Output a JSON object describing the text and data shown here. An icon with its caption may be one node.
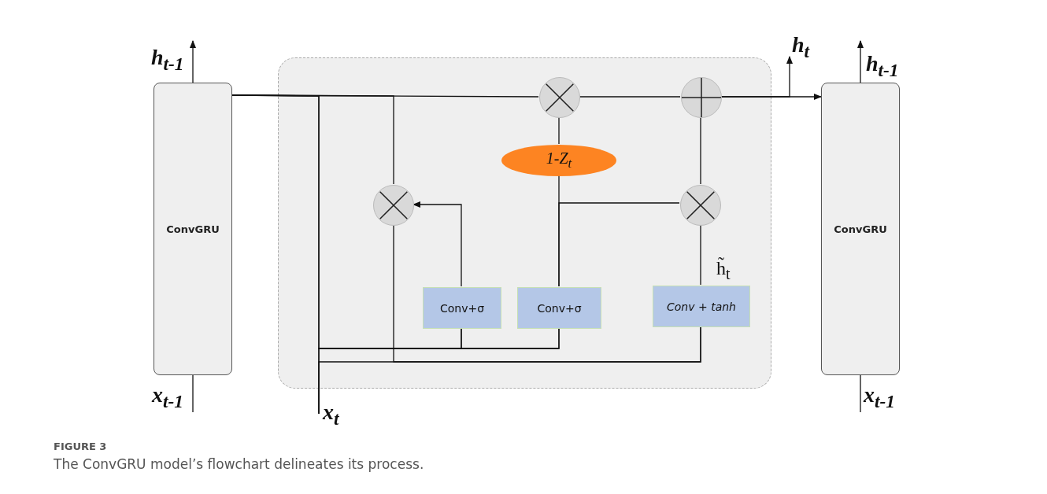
{
  "diagram": {
    "caption": "The ConvGRU model’s flowchart delineates its process.",
    "nodes": [
      {
        "text": [
          "h$_{t-1}$"
        ]
      },
      {
        "text": [
          "h$_{t}$"
        ]
      },
      {
        "text": [
          "h$_{t-1}$"
        ]
      },
      {
        "text": [
          "ConvGRU"
        ]
      },
      {
        "text": [],
        "shape": "box"
      },
      {
        "text": [],
        "shape": "circle",
        "in": 4
      },
      {
        "text": [],
        "shape": "circle",
        "in": 4
      },
      {
        "text": [
          "1-Z$_{t}$"
        ],
        "in": 4
      },
      {
        "text": [],
        "shape": "circle",
        "in": 4
      },
      {
        "text": [],
        "shape": "circle",
        "in": 4
      },
      {
        "text": [
          "Conv+σ"
        ],
        "in": 4
      },
      {
        "text": [
          "Conv+σ"
        ],
        "in": 4
      },
      {
        "text": [
          "Conv + tanh"
        ],
        "in": 4,
        "beside": [
          "h̃$_{t}$"
        ]
      },
      {
        "text": [
          "ConvGRU"
        ]
      },
      {
        "text": [
          "x$_{t-1}$"
        ]
      },
      {
        "text": [
          "x$_{t}$"
        ]
      },
      {
        "text": [
          "x$_{t-1}$"
        ]
      }
    ],
    "edges": [
      {
        "from": 3,
        "to": 0,
        "arrow": "to"
      },
      {
        "from": 14,
        "to": 3,
        "arrow": "none"
      },
      {
        "from": 16,
        "to": 13,
        "arrow": "none"
      },
      {
        "from": 13,
        "to": 2,
        "arrow": "to"
      },
      {
        "from": 3,
        "to": 5,
        "arrow": "none"
      },
      {
        "from": 3,
        "to": 8,
        "arrow": "none"
      },
      {
        "from": 3,
        "to": 10,
        "arrow": "none"
      },
      {
        "from": 3,
        "to": 11,
        "arrow": "none"
      },
      {
        "from": 15,
        "to": 10,
        "arrow": "none"
      },
      {
        "from": 15,
        "to": 11,
        "arrow": "none"
      },
      {
        "from": 15,
        "to": 12,
        "arrow": "none"
      },
      {
        "from": 8,
        "to": 12,
        "arrow": "none"
      },
      {
        "from": 10,
        "to": 8,
        "arrow": "to"
      },
      {
        "from": 11,
        "to": 7,
        "arrow": "none"
      },
      {
        "from": 11,
        "to": 9,
        "arrow": "none"
      },
      {
        "from": 7,
        "to": 5,
        "arrow": "none"
      },
      {
        "from": 12,
        "to": 9,
        "arrow": "none"
      },
      {
        "from": 9,
        "to": 6,
        "arrow": "none"
      },
      {
        "from": 5,
        "to": 6,
        "arrow": "none"
      },
      {
        "from": 6,
        "to": 13,
        "arrow": "to"
      },
      {
        "from": 6,
        "to": 1,
        "arrow": "to"
      }
    ],
    "labels": [
      "FIGURE 3"
    ]
  }
}
